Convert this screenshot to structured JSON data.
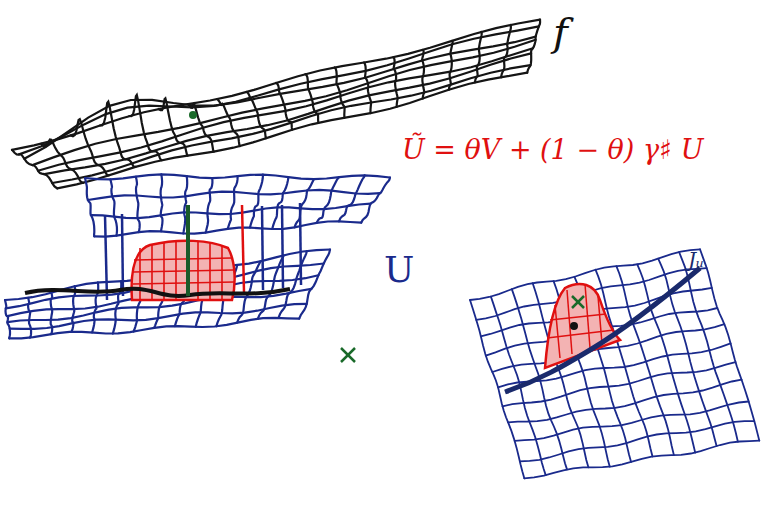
{
  "diagram": {
    "labels": [
      "f",
      "Ũ = θV + (1 − θ) γ♯ U",
      "U",
      "Jᵤ"
    ]
  }
}
